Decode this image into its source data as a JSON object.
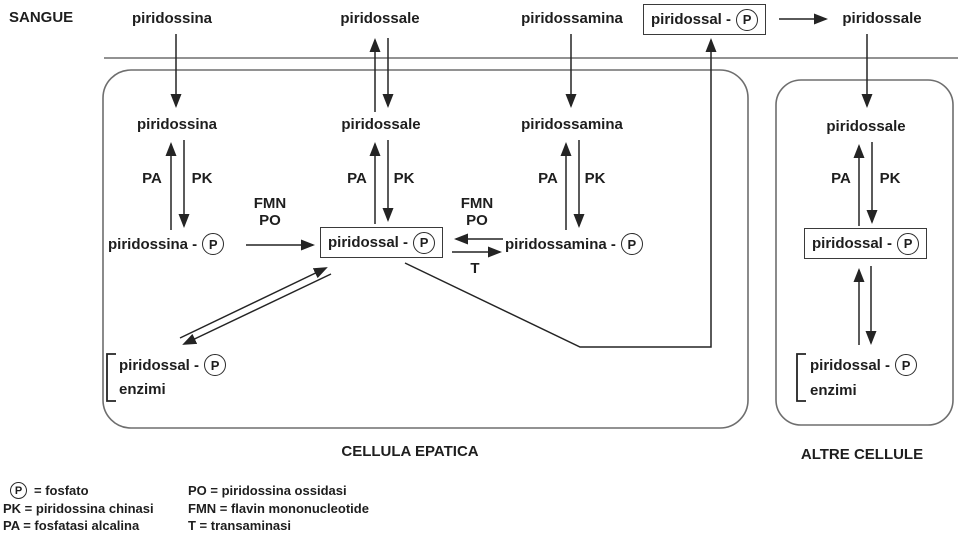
{
  "p_symbol": "P",
  "enzymes": {
    "pa": "PA",
    "pk": "PK",
    "fmn": "FMN",
    "po": "PO",
    "t": "T"
  },
  "blood": {
    "region_label": "SANGUE",
    "piridossina": "piridossina",
    "piridossale_in": "piridossale",
    "piridossamina": "piridossamina",
    "piridossal_p": "piridossal -",
    "piridossale_out": "piridossale"
  },
  "hepatic": {
    "title": "CELLULA EPATICA",
    "piridossina": "piridossina",
    "piridossale": "piridossale",
    "piridossamina": "piridossamina",
    "piridossina_p": "piridossina -",
    "piridossal_p": "piridossal -",
    "piridossamina_p": "piridossamina -",
    "bound_complex": "piridossal -",
    "bound_enzymes": "enzimi"
  },
  "other": {
    "title": "ALTRE CELLULE",
    "piridossale": "piridossale",
    "piridossal_p": "piridossal -",
    "bound_complex": "piridossal -",
    "bound_enzymes": "enzimi"
  },
  "legend": {
    "p_def": "= fosfato",
    "pk_def": "PK = piridossina chinasi",
    "pa_def": "PA = fosfatasi alcalina",
    "po_def": "PO = piridossina ossidasi",
    "fmn_def": "FMN = flavin mononucleotide",
    "t_def": "T = transaminasi"
  },
  "colors": {
    "text": "#1e1e1e",
    "arrow": "#242424",
    "membrane": "#6e6e6e",
    "background": "#ffffff"
  }
}
